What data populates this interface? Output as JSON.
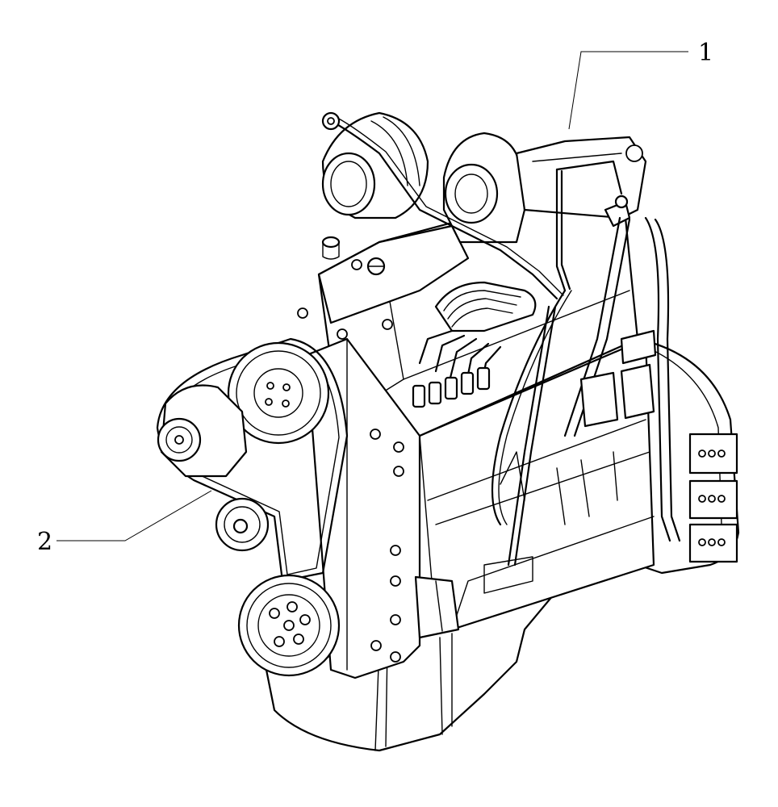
{
  "diagram": {
    "subject": "engine-assembly-illustration",
    "colors": {
      "ink": "#000000",
      "background": "#ffffff"
    },
    "callouts": [
      {
        "id": "callout-1",
        "number": "1"
      },
      {
        "id": "callout-2",
        "number": "2"
      }
    ]
  }
}
